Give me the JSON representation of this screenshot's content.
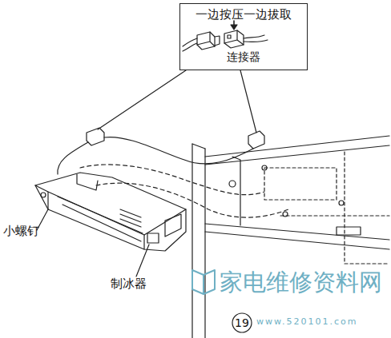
{
  "diagram": {
    "nodes": [
      {
        "text": [
          "一边按压一边拔取",
          "连接器"
        ]
      }
    ],
    "labels": [
      "小螺钉",
      "制冰器",
      "19",
      "家电维修资料网",
      "www.520101.com"
    ]
  }
}
